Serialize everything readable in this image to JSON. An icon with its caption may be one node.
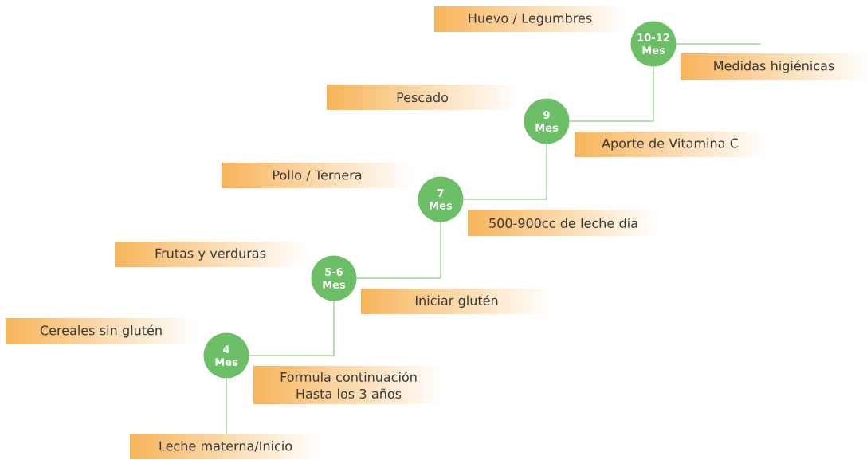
{
  "diagram": {
    "nodes": [
      {
        "text": [
          "Huevo / Legumbres"
        ]
      },
      {
        "text": [
          "10-12 Mes"
        ]
      },
      {
        "text": [
          "Medidas higiénicas"
        ]
      },
      {
        "text": [
          "Pescado"
        ]
      },
      {
        "text": [
          "9 Mes"
        ]
      },
      {
        "text": [
          "Aporte de Vitamina C"
        ]
      },
      {
        "text": [
          "Pollo / Ternera"
        ]
      },
      {
        "text": [
          "7 Mes"
        ]
      },
      {
        "text": [
          "500-900cc de leche día"
        ]
      },
      {
        "text": [
          "Frutas y verduras"
        ]
      },
      {
        "text": [
          "5-6 Mes"
        ]
      },
      {
        "text": [
          "Iniciar glutén"
        ]
      },
      {
        "text": [
          "Cereales sin glutén"
        ]
      },
      {
        "text": [
          "4 Mes"
        ]
      },
      {
        "text": [
          "Formula continuación Hasta los 3 años"
        ]
      },
      {
        "text": [
          "Leche materna/Inicio"
        ]
      }
    ],
    "edges": [
      {
        "from": 13,
        "to": 10,
        "arrow": "none"
      },
      {
        "from": 10,
        "to": 7,
        "arrow": "none"
      },
      {
        "from": 7,
        "to": 4,
        "arrow": "none"
      },
      {
        "from": 4,
        "to": 1,
        "arrow": "none"
      },
      {
        "from": 13,
        "to": 15,
        "arrow": "none"
      },
      {
        "from": 1,
        "to": 2,
        "arrow": "none"
      }
    ]
  }
}
